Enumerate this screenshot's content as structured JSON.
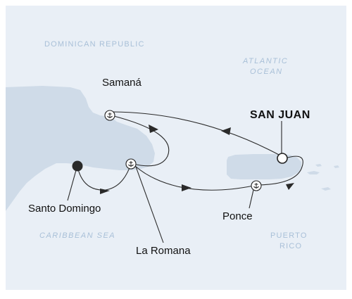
{
  "map": {
    "colors": {
      "sea": "#e9eff6",
      "land": "#cfdbe8",
      "route": "#2a2a2a",
      "label_dark": "#111111",
      "label_light": "#a9c0d8"
    },
    "regions": {
      "dominican_republic": "DOMINICAN REPUBLIC",
      "atlantic_line1": "ATLANTIC",
      "atlantic_line2": "OCEAN",
      "caribbean_sea": "CARIBBEAN SEA",
      "puerto_rico_line1": "PUERTO",
      "puerto_rico_line2": "RICO"
    },
    "ports": {
      "samana": "Samaná",
      "san_juan": "SAN JUAN",
      "santo_domingo": "Santo Domingo",
      "la_romana": "La Romana",
      "ponce": "Ponce"
    },
    "icons": {
      "anchor": "anchor-icon",
      "embark": "start-port-dot",
      "disembark": "end-port-circle"
    }
  }
}
